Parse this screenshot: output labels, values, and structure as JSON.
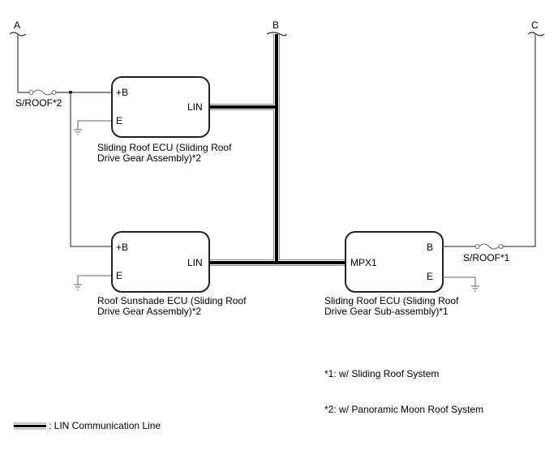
{
  "connectors": {
    "a": "A",
    "b": "B",
    "c": "C"
  },
  "fuses": {
    "left": "S/ROOF*2",
    "right": "S/ROOF*1"
  },
  "ecus": [
    {
      "pins": {
        "power": "+B",
        "ground": "E",
        "comm": "LIN"
      },
      "caption_line1": "Sliding Roof ECU (Sliding Roof",
      "caption_line2": "Drive Gear Assembly)*2"
    },
    {
      "pins": {
        "power": "+B",
        "ground": "E",
        "comm": "LIN"
      },
      "caption_line1": "Roof Sunshade ECU (Sliding Roof",
      "caption_line2": "Drive Gear Assembly)*2"
    },
    {
      "pins": {
        "power": "B",
        "ground": "E",
        "comm": "MPX1"
      },
      "caption_line1": "Sliding Roof ECU (Sliding Roof",
      "caption_line2": "Drive Gear Sub-assembly)*1"
    }
  ],
  "notes": [
    "*1: w/ Sliding Roof System",
    "*2: w/ Panoramic Moon Roof System"
  ],
  "legend": {
    "lin_line": ": LIN Communication Line"
  },
  "colors": {
    "wire": "#666666",
    "lin": "#000000",
    "box_border": "#222222"
  }
}
